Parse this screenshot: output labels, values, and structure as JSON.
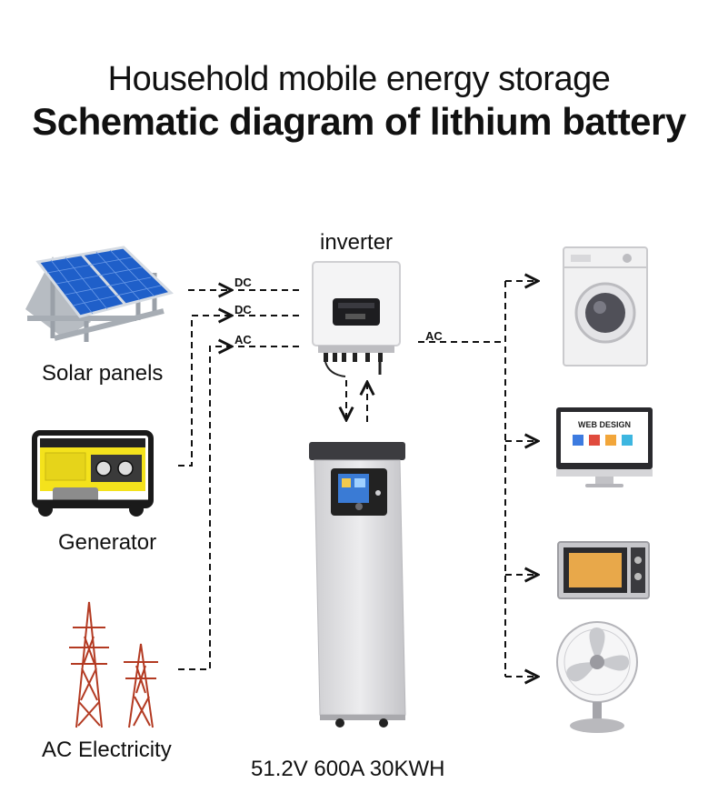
{
  "title": {
    "line1": "Household mobile energy storage",
    "line2": "Schematic diagram of lithium battery"
  },
  "labels": {
    "inverter": "inverter",
    "solar_panels": "Solar panels",
    "generator": "Generator",
    "ac_electricity": "AC Electricity",
    "battery_spec": "51.2V 600A 30KWH"
  },
  "connections": {
    "dc_1": "DC",
    "dc_2": "DC",
    "ac_in": "AC",
    "ac_out": "AC"
  },
  "screen": {
    "web_design": "WEB DESIGN"
  },
  "colors": {
    "solar_cell": "#1f5fc9",
    "generator_yellow": "#f4e21c",
    "tower_red": "#b33a22",
    "cabinet_gray": "#d9d9db",
    "microwave_door": "#e8a84a"
  }
}
